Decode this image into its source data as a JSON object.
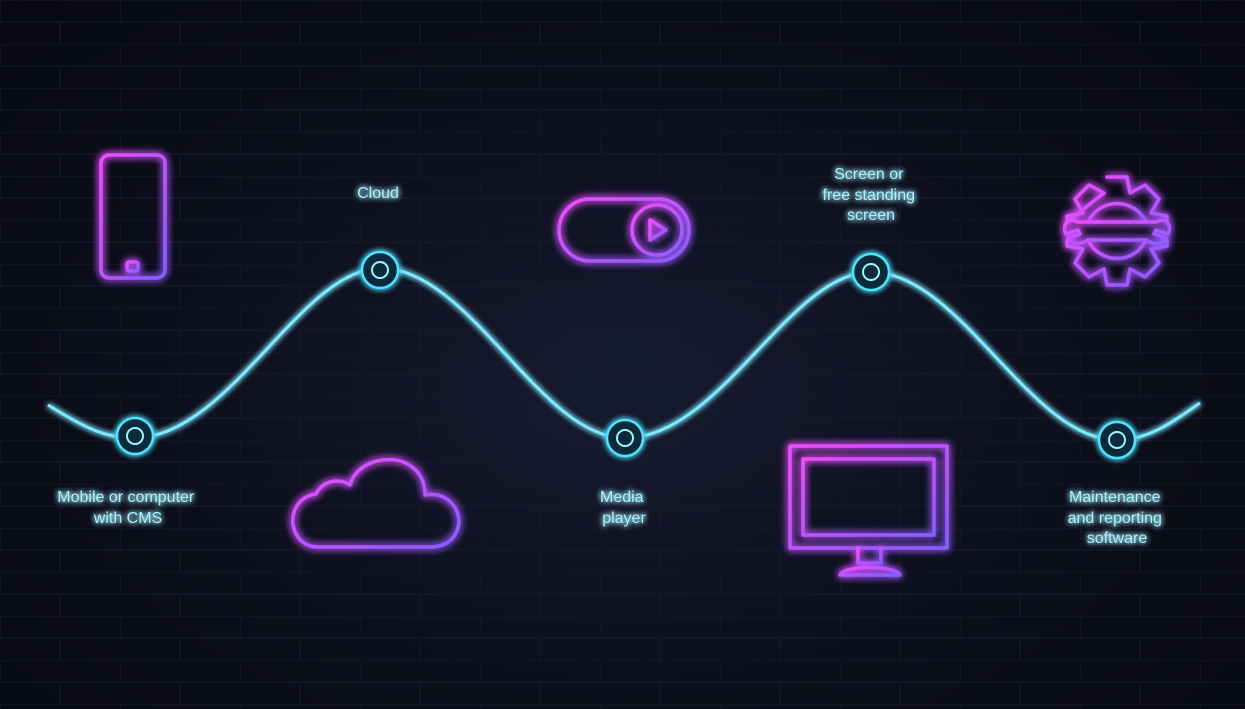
{
  "colors": {
    "background": "#0a0b15",
    "cyan": "#7ee8ff",
    "pink": "#e040ff",
    "violet": "#9b5cff"
  },
  "steps": [
    {
      "id": "cms",
      "icon": "smartphone-icon",
      "label_lines": [
        "Mobile or computer",
        "with CMS"
      ]
    },
    {
      "id": "cloud",
      "icon": "cloud-icon",
      "label_lines": [
        "Cloud"
      ]
    },
    {
      "id": "media-player",
      "icon": "media-player-icon",
      "label_lines": [
        "Media",
        "player"
      ]
    },
    {
      "id": "screen",
      "icon": "monitor-icon",
      "label_lines": [
        "Screen or",
        "free standing",
        "screen"
      ]
    },
    {
      "id": "maintenance",
      "icon": "gear-wrench-icon",
      "label_lines": [
        "Maintenance",
        "and reporting",
        "software"
      ]
    }
  ]
}
